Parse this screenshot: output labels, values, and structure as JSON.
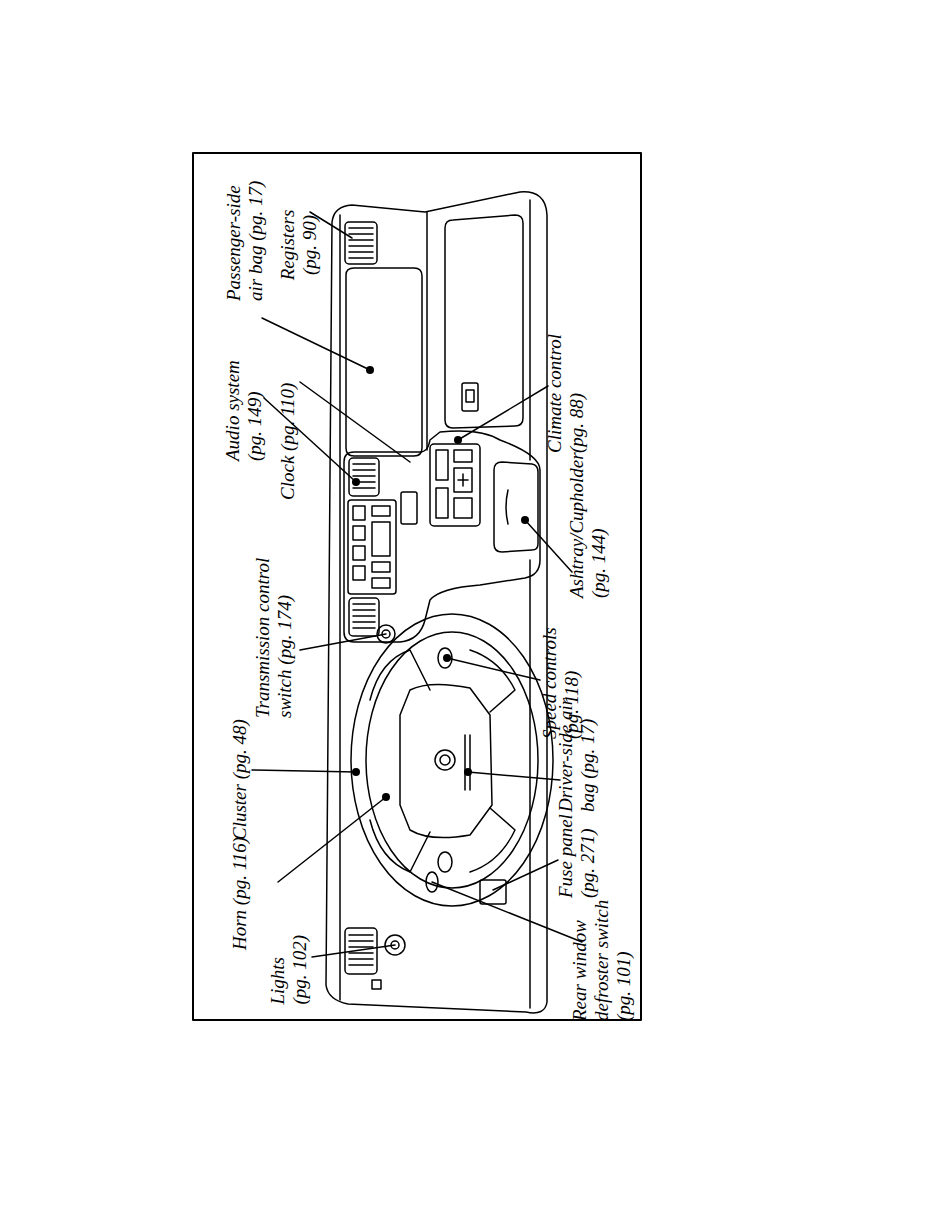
{
  "diagram": {
    "labels": [
      "Registers (pg. 90)",
      "Passenger-side air bag (pg. 17)",
      "Climate control (pg. 88)",
      "Clock (pg. 110)",
      "Audio system (pg. 149)",
      "Ashtray/Cupholder (pg. 144)",
      "Transmission control switch (pg. 174)",
      "Speed controls (pg. 118)",
      "Cluster (pg. 48)",
      "Driver-side air bag (pg. 17)",
      "Horn (pg. 116)",
      "Fuse panel (pg. 271)",
      "Lights (pg. 102)",
      "Rear window defroster switch (pg. 101)"
    ]
  }
}
